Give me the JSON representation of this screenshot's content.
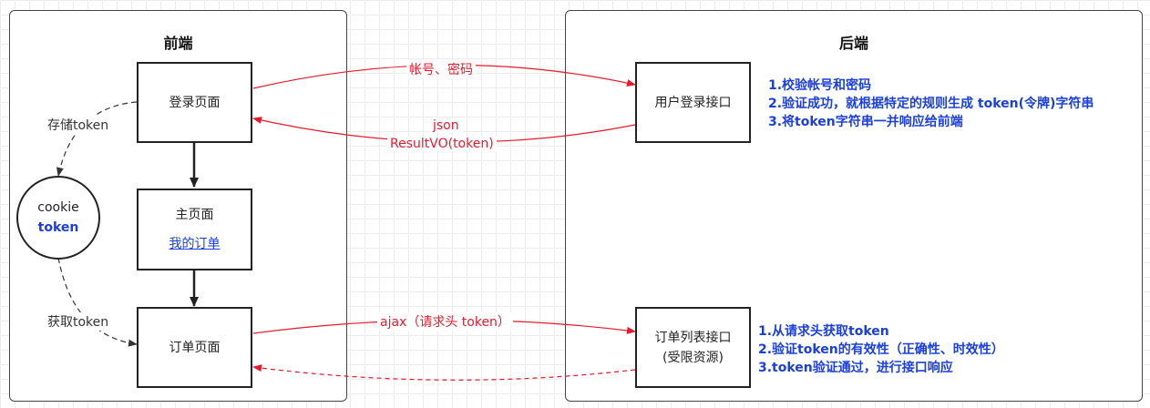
{
  "frontend": {
    "title": "前端",
    "login_page": "登录页面",
    "main_page": "主页面",
    "main_page_link": "我的订单",
    "order_page": "订单页面",
    "cookie_label": "cookie",
    "cookie_token": "token",
    "store_token_label": "存储token",
    "get_token_label": "获取token"
  },
  "backend": {
    "title": "后端",
    "login_api": "用户登录接口",
    "order_api_line1": "订单列表接口",
    "order_api_line2": "(受限资源)",
    "login_notes": [
      "1.校验帐号和密码",
      "2.验证成功，就根据特定的规则生成 token(令牌)字符串",
      "3.将token字符串一并响应给前端"
    ],
    "order_notes": [
      "1.从请求头获取token",
      "2.验证token的有效性（正确性、时效性）",
      "3.token验证通过，进行接口响应"
    ]
  },
  "arrows": {
    "account_password": "帐号、密码",
    "json": "json",
    "result_vo": "ResultVO(token)",
    "ajax": "ajax（请求头 token）"
  },
  "colors": {
    "request_arrow": "#e8192c",
    "notes": "#1a3ee0",
    "box_border": "#222222"
  }
}
